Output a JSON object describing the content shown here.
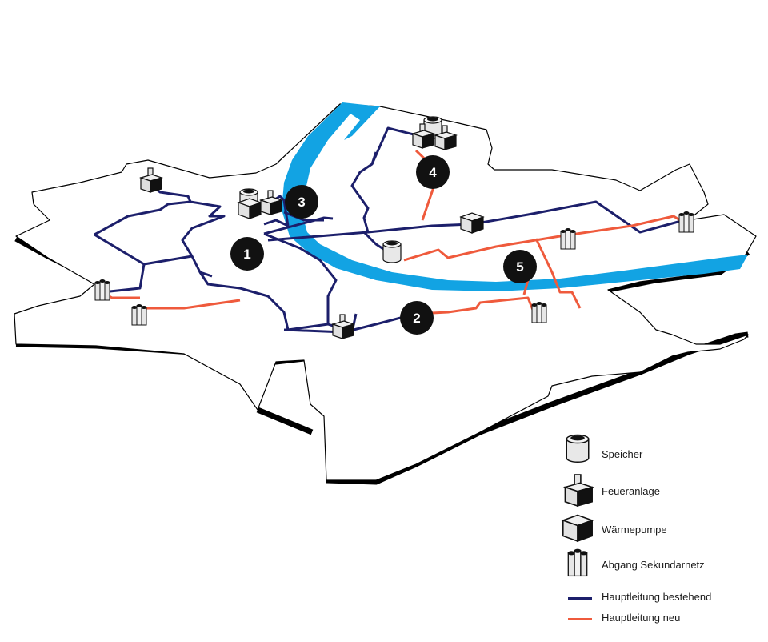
{
  "markers": [
    "1",
    "2",
    "3",
    "4",
    "5"
  ],
  "colors": {
    "pipe_existing": "#1c1f6b",
    "pipe_new": "#ef5a3c",
    "river": "#12a3e3",
    "outline": "#000000",
    "land": "#ffffff"
  },
  "legend": {
    "storage": {
      "label": "Speicher",
      "icon": "storage-icon"
    },
    "combustion": {
      "label": "Feueranlage",
      "icon": "combustion-plant-icon"
    },
    "heatpump": {
      "label": "Wärmepumpe",
      "icon": "heat-pump-icon"
    },
    "secondary": {
      "label": "Abgang Sekundarnetz",
      "icon": "secondary-outlet-icon"
    },
    "existing": {
      "label": "Hauptleitung bestehend"
    },
    "new": {
      "label": "Hauptleitung neu"
    }
  }
}
